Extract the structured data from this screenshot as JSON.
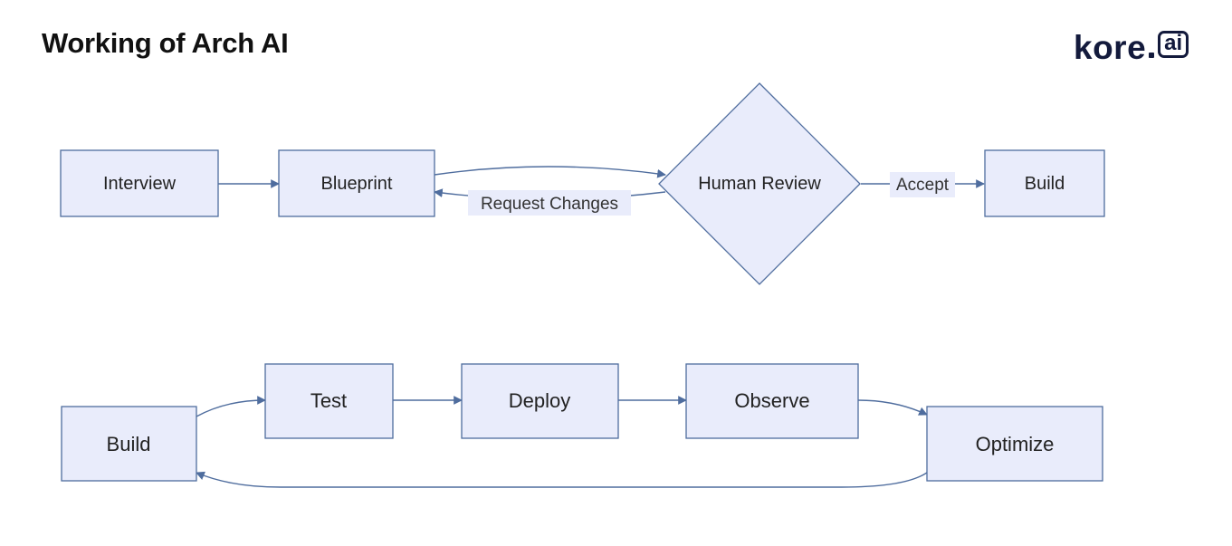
{
  "title": "Working of Arch AI",
  "logo": {
    "name": "kore",
    "badge": "ai"
  },
  "colors": {
    "node_fill": "#e9ecfb",
    "node_stroke": "#4f6d9e",
    "edge": "#4f6d9e"
  },
  "flow1": {
    "nodes": {
      "interview": "Interview",
      "blueprint": "Blueprint",
      "review": "Human Review",
      "build": "Build"
    },
    "edges": {
      "request_changes": "Request Changes",
      "accept": "Accept"
    }
  },
  "flow2": {
    "nodes": {
      "build": "Build",
      "test": "Test",
      "deploy": "Deploy",
      "observe": "Observe",
      "optimize": "Optimize"
    }
  }
}
